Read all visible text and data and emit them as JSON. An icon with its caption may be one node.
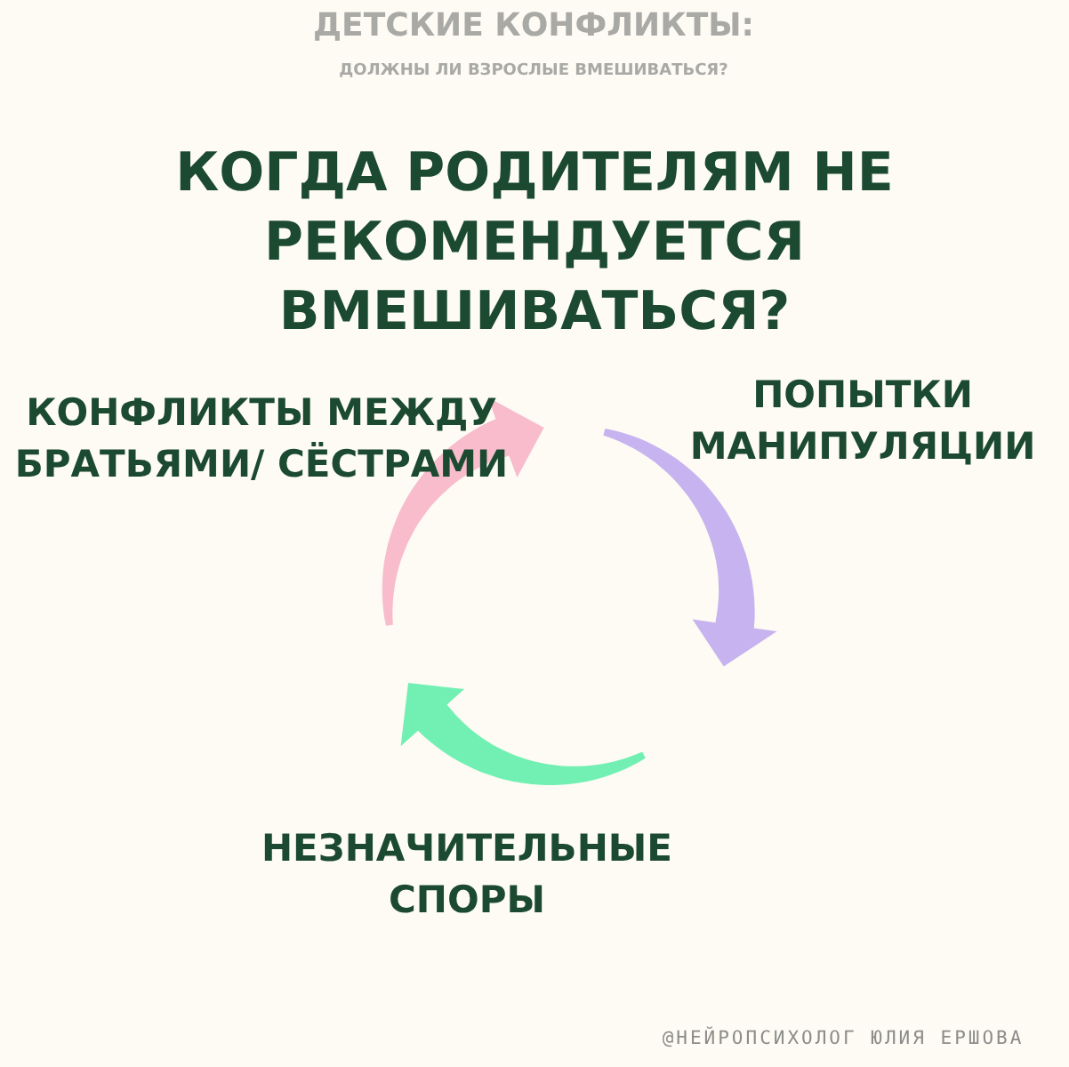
{
  "diagram": {
    "title": "КОГДА РОДИТЕЛЯМ НЕ РЕКОМЕНДУЕТСЯ ВМЕШИВАТЬСЯ?",
    "labels": [
      "ДЕТСКИЕ КОНФЛИКТЫ:",
      "ДОЛЖНЫ ЛИ ВЗРОСЛЫЕ ВМЕШИВАТЬСЯ?",
      "КОНФЛИКТЫ МЕЖДУ БРАТЬЯМИ/ СЁСТРАМИ",
      "ПОПЫТКИ МАНИПУЛЯЦИИ",
      "НЕЗНАЧИТЕЛЬНЫЕ СПОРЫ",
      "@НЕЙРОПСИХОЛОГ ЮЛИЯ ЕРШОВА"
    ]
  }
}
